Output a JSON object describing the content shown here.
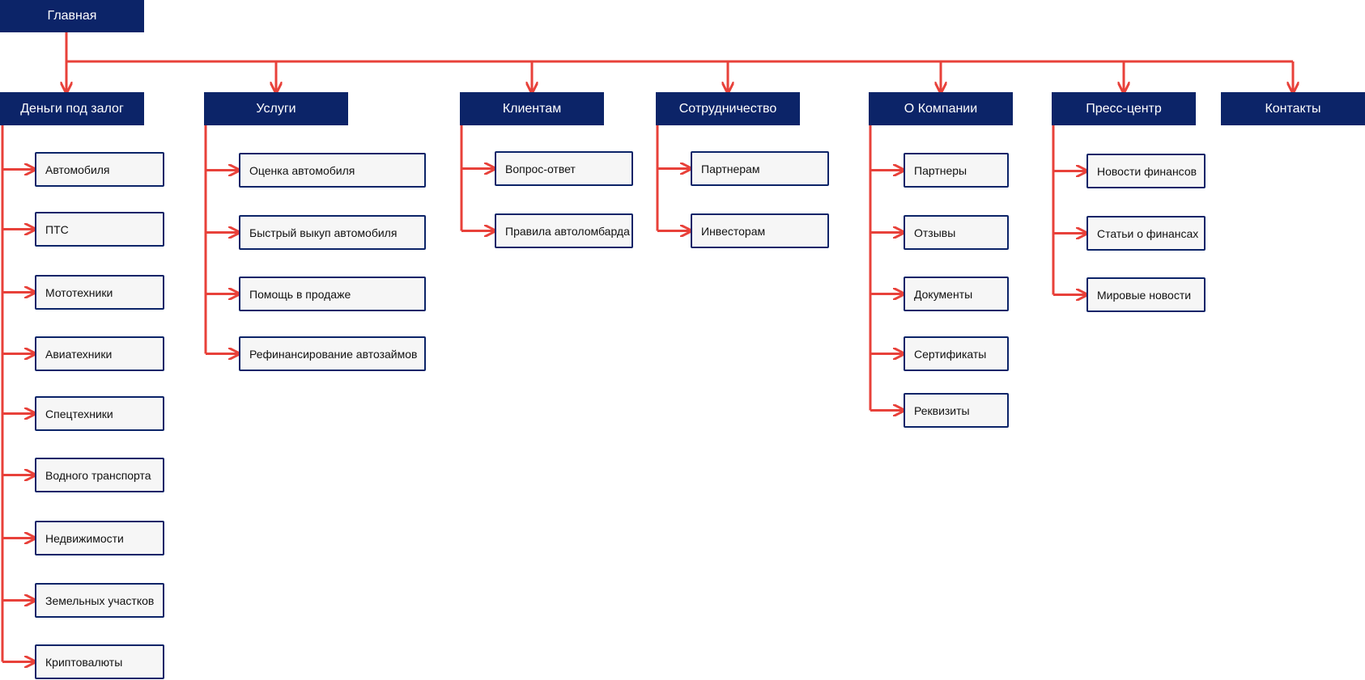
{
  "colors": {
    "header_bg": "#0c2468",
    "child_bg": "#f6f6f6",
    "child_border": "#0c2468",
    "connector": "#e8413a"
  },
  "root": {
    "label": "Главная"
  },
  "sections": [
    {
      "label": "Деньги под залог",
      "items": [
        "Автомобиля",
        "ПТС",
        "Мототехники",
        "Авиатехники",
        "Спецтехники",
        "Водного транспорта",
        "Недвижимости",
        "Земельных участков",
        "Криптовалюты"
      ]
    },
    {
      "label": "Услуги",
      "items": [
        "Оценка автомобиля",
        "Быстрый выкуп автомобиля",
        "Помощь в продаже",
        "Рефинансирование автозаймов"
      ]
    },
    {
      "label": "Клиентам",
      "items": [
        "Вопрос-ответ",
        "Правила автоломбарда"
      ]
    },
    {
      "label": "Сотрудничество",
      "items": [
        "Партнерам",
        "Инвесторам"
      ]
    },
    {
      "label": "О Компании",
      "items": [
        "Партнеры",
        "Отзывы",
        "Документы",
        "Сертификаты",
        "Реквизиты"
      ]
    },
    {
      "label": "Пресс-центр",
      "items": [
        "Новости финансов",
        "Статьи о финансах",
        "Мировые новости"
      ]
    },
    {
      "label": "Контакты",
      "items": []
    }
  ]
}
